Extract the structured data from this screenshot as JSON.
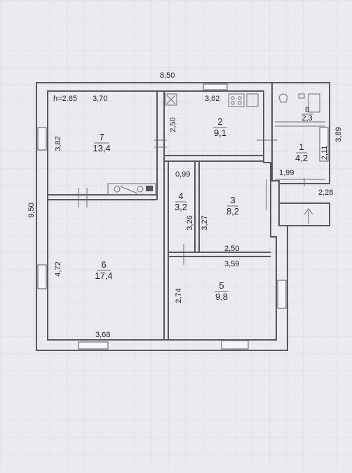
{
  "plan": {
    "height_label": "h=2.85",
    "total_width": "8,50",
    "total_depth": "9,50",
    "dims": {
      "r7_width": "3,70",
      "r7_depth": "3,82",
      "r2_width": "3,62",
      "r2_depth": "2,50",
      "r1_depth": "2,11",
      "r1_width": "1,99",
      "annex_depth": "3,89",
      "annex_width": "2,28",
      "corridor_width": "0,99",
      "r4_depth": "3,26",
      "r3_depth": "3,27",
      "r3_width": "2,50",
      "r5_width": "3,59",
      "r5_depth": "2,74",
      "r6_depth": "4,72",
      "r6_width": "3,68"
    },
    "rooms": [
      {
        "num": "7",
        "area": "13,4"
      },
      {
        "num": "2",
        "area": "9,1"
      },
      {
        "num": "1",
        "area": "4,2"
      },
      {
        "num": "8",
        "area": "2,3"
      },
      {
        "num": "4",
        "area": "3,2"
      },
      {
        "num": "3",
        "area": "8,2"
      },
      {
        "num": "6",
        "area": "17,4"
      },
      {
        "num": "5",
        "area": "9,8"
      }
    ]
  }
}
